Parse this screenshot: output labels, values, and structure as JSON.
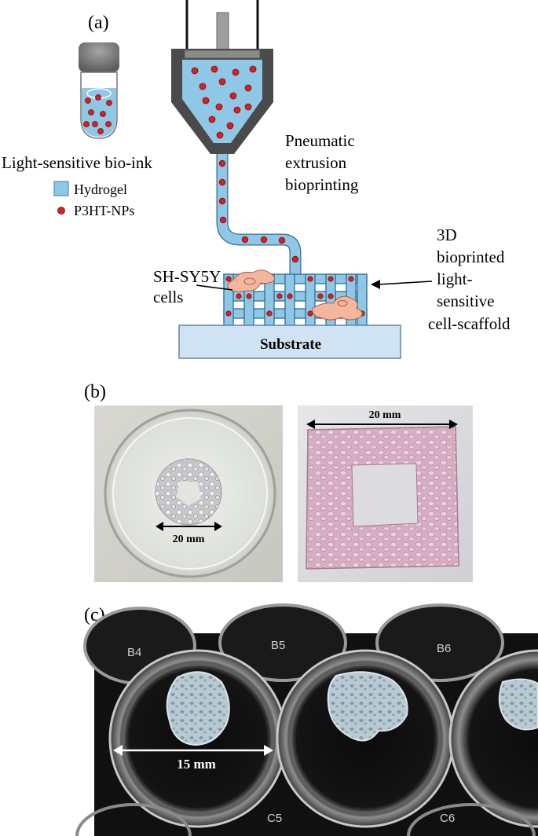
{
  "panels": {
    "a": {
      "label": "(a)",
      "bioink_title": "Light-sensitive bio-ink",
      "legend": {
        "hydrogel": "Hydrogel",
        "nanoparticles": "P3HT-NPs"
      },
      "process": [
        "Pneumatic",
        "extrusion",
        "bioprinting"
      ],
      "cells": [
        "SH-SY5Y",
        "cells"
      ],
      "scaffold": [
        "3D",
        "bioprinted",
        "light-",
        "sensitive",
        "cell-scaffold"
      ],
      "substrate": "Substrate"
    },
    "b": {
      "label": "(b)",
      "left_scale": "20 mm",
      "right_scale": "20 mm"
    },
    "c": {
      "label": "(c)",
      "wells": [
        "B4",
        "B5",
        "B6",
        "C5",
        "C6"
      ],
      "scale": "15 mm"
    }
  },
  "colors": {
    "hydrogel": "#8ec8e6",
    "nanoparticle": "#d92020",
    "cell": "#f3b79f",
    "substrate": "#cfe3f3",
    "nozzle_dark": "#4a4a4a",
    "scaffold_pink": "#e2bcd0"
  }
}
